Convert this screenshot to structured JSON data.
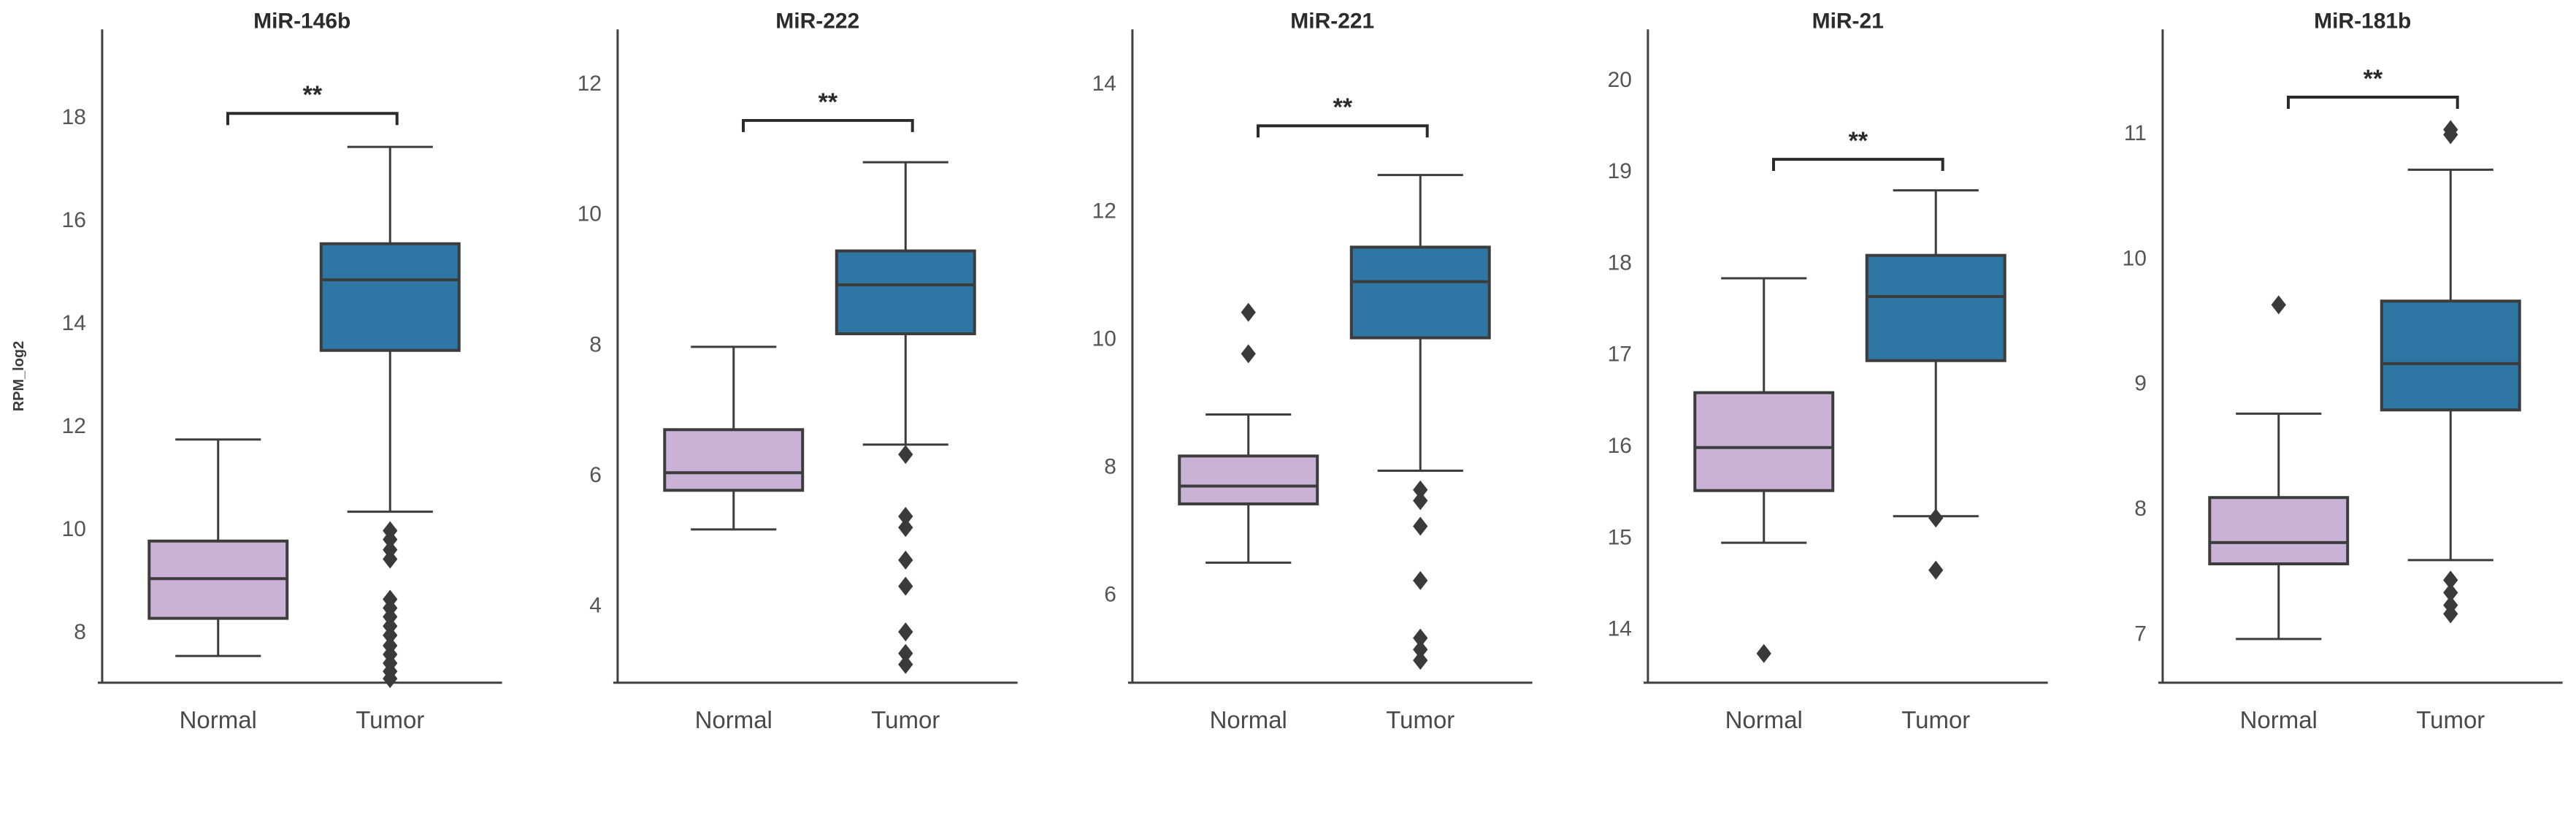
{
  "figure": {
    "ylabel": "RPM_log2",
    "categories": [
      "Normal",
      "Tumor"
    ],
    "significance_marker": "**",
    "colors": {
      "normal_fill": "#c9b2d6",
      "tumor_fill": "#2e77a5",
      "edge": "#3c3c3c",
      "axis": "#404040",
      "text": "#3b3b3b",
      "tick_text": "#555555",
      "background": "#ffffff"
    }
  },
  "chart_data": [
    {
      "type": "box",
      "title": "MiR-146b",
      "xlabel": "",
      "ylabel": "RPM_log2",
      "ylim": [
        7.0,
        18.9
      ],
      "yticks": [
        8,
        10,
        12,
        14,
        16,
        18
      ],
      "ytick_labels": [
        "8",
        "10",
        "12",
        "14",
        "16",
        "18"
      ],
      "grid": false,
      "legend": "none",
      "significance": "**",
      "sig_y": 18.05,
      "categories": [
        "Normal",
        "Tumor"
      ],
      "boxes": [
        {
          "name": "Normal",
          "color": "#c9b2d6",
          "whisker_low": 7.52,
          "q1": 8.25,
          "median": 9.02,
          "q3": 9.75,
          "whisker_high": 11.72,
          "outliers": []
        },
        {
          "name": "Tumor",
          "color": "#2e77a5",
          "whisker_low": 10.32,
          "q1": 13.45,
          "median": 14.82,
          "q3": 15.52,
          "whisker_high": 17.4,
          "outliers": [
            9.95,
            9.78,
            9.58,
            9.4,
            8.62,
            8.45,
            8.28,
            8.1,
            7.92,
            7.72,
            7.55,
            7.38,
            7.22,
            7.08
          ]
        }
      ]
    },
    {
      "type": "box",
      "title": "MiR-222",
      "xlabel": "",
      "ylabel": "",
      "ylim": [
        2.8,
        12.2
      ],
      "yticks": [
        4,
        6,
        8,
        10,
        12
      ],
      "ytick_labels": [
        "4",
        "6",
        "8",
        "10",
        "12"
      ],
      "grid": false,
      "legend": "none",
      "significance": "**",
      "sig_y": 11.42,
      "categories": [
        "Normal",
        "Tumor"
      ],
      "boxes": [
        {
          "name": "Normal",
          "color": "#c9b2d6",
          "whisker_low": 5.15,
          "q1": 5.75,
          "median": 6.02,
          "q3": 6.68,
          "whisker_high": 7.95,
          "outliers": []
        },
        {
          "name": "Tumor",
          "color": "#2e77a5",
          "whisker_low": 6.45,
          "q1": 8.15,
          "median": 8.9,
          "q3": 9.42,
          "whisker_high": 10.78,
          "outliers": [
            6.3,
            5.35,
            5.18,
            4.68,
            4.28,
            3.58,
            3.25,
            3.08
          ]
        }
      ]
    },
    {
      "type": "box",
      "title": "MiR-221",
      "xlabel": "",
      "ylabel": "",
      "ylim": [
        4.6,
        14.2
      ],
      "yticks": [
        6,
        8,
        10,
        12,
        14
      ],
      "ytick_labels": [
        "6",
        "8",
        "10",
        "12",
        "14"
      ],
      "grid": false,
      "legend": "none",
      "significance": "**",
      "sig_y": 13.32,
      "categories": [
        "Normal",
        "Tumor"
      ],
      "boxes": [
        {
          "name": "Normal",
          "color": "#c9b2d6",
          "whisker_low": 6.48,
          "q1": 7.4,
          "median": 7.68,
          "q3": 8.15,
          "whisker_high": 8.8,
          "outliers": [
            10.4,
            9.75
          ]
        },
        {
          "name": "Tumor",
          "color": "#2e77a5",
          "whisker_low": 7.92,
          "q1": 10.0,
          "median": 10.88,
          "q3": 11.42,
          "whisker_high": 12.55,
          "outliers": [
            7.62,
            7.45,
            7.05,
            6.2,
            5.3,
            5.12,
            4.95
          ]
        }
      ]
    },
    {
      "type": "box",
      "title": "MiR-21",
      "xlabel": "",
      "ylabel": "",
      "ylim": [
        13.4,
        20.1
      ],
      "yticks": [
        14,
        15,
        16,
        17,
        18,
        19,
        20
      ],
      "ytick_labels": [
        "14",
        "15",
        "16",
        "17",
        "18",
        "19",
        "20"
      ],
      "grid": false,
      "legend": "none",
      "significance": "**",
      "sig_y": 19.12,
      "categories": [
        "Normal",
        "Tumor"
      ],
      "boxes": [
        {
          "name": "Normal",
          "color": "#c9b2d6",
          "whisker_low": 14.93,
          "q1": 15.5,
          "median": 15.97,
          "q3": 16.57,
          "whisker_high": 17.82,
          "outliers": [
            13.72
          ]
        },
        {
          "name": "Tumor",
          "color": "#2e77a5",
          "whisker_low": 15.22,
          "q1": 16.92,
          "median": 17.62,
          "q3": 18.07,
          "whisker_high": 18.78,
          "outliers": [
            15.2,
            14.63
          ]
        }
      ]
    },
    {
      "type": "box",
      "title": "MiR-181b",
      "xlabel": "",
      "ylabel": "",
      "ylim": [
        6.6,
        11.5
      ],
      "yticks": [
        7,
        8,
        9,
        10,
        11
      ],
      "ytick_labels": [
        "7",
        "8",
        "9",
        "10",
        "11"
      ],
      "grid": false,
      "legend": "none",
      "significance": "**",
      "sig_y": 11.28,
      "categories": [
        "Normal",
        "Tumor"
      ],
      "boxes": [
        {
          "name": "Normal",
          "color": "#c9b2d6",
          "whisker_low": 6.95,
          "q1": 7.55,
          "median": 7.72,
          "q3": 8.08,
          "whisker_high": 8.75,
          "outliers": [
            9.62
          ]
        },
        {
          "name": "Tumor",
          "color": "#2e77a5",
          "whisker_low": 7.58,
          "q1": 8.78,
          "median": 9.15,
          "q3": 9.65,
          "whisker_high": 10.7,
          "outliers": [
            11.02,
            10.98,
            7.42,
            7.32,
            7.22,
            7.15
          ]
        }
      ]
    }
  ]
}
